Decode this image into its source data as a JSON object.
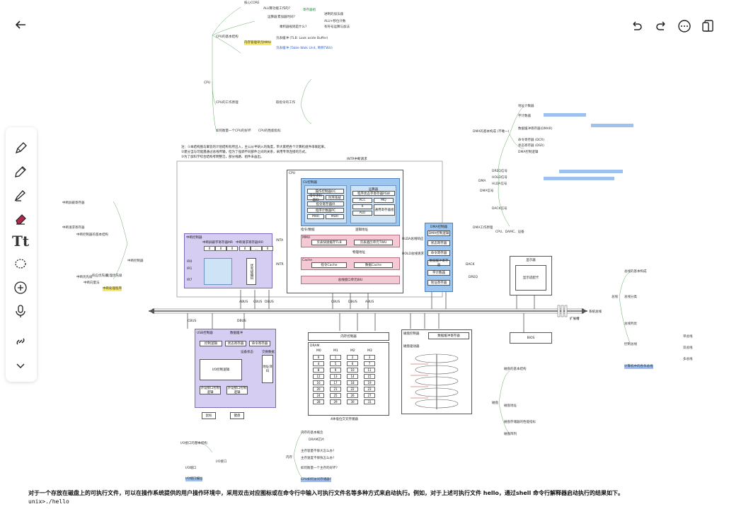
{
  "toolbar": {
    "back_icon": "arrow-left-icon",
    "undo_icon": "undo-icon",
    "redo_icon": "redo-icon",
    "more_icon": "more-icon",
    "page_icon": "page-view-icon"
  },
  "side_tools": [
    "pen-icon",
    "pencil-icon",
    "highlighter-icon",
    "eraser-icon",
    "text-tool-icon",
    "lasso-icon",
    "add-icon",
    "microphone-icon",
    "link-icon",
    "chevron-down-icon"
  ],
  "caption": {
    "line1": "对于一个存放在磁盘上的可执行文件，可以在操作系统提供的用户操作环境中，采用双击对应图标或在命令行中输入可执行文件名等多种方式来启动执行。例如，对于上述可执行文件 hello，通过shell 命令行解释器启动执行的结果如下。",
    "line2": "unix>./hello"
  },
  "notes": {
    "note1": "注：①本结构图与寓答的计划结构有所出入，主公从半研入的角度，带大家把各个计算机组件串联起来。",
    "note2": "②建分当与可能遇通过总线传输，但为了强调不同部件之间的关系，采用专项连接的方式。",
    "note3": "③为了加科学综合结构考明整洁，部分线路、组件未画出。"
  },
  "cpu": {
    "title": "CPU",
    "intr": "INTR中断请求",
    "control_unit": "CU控制器",
    "alu": "运算器",
    "ops": "操作控制器OC",
    "pc": "程序计数器PC",
    "ir": "指令寄存器IR",
    "psw": "程序状态字寄存器PSW",
    "mar": "MAR",
    "mdr": "MDR",
    "acc": "ACC",
    "mq": "MQ",
    "x": "X",
    "alu_core": "ALU",
    "gpr": "通用寄存器组",
    "decode": "指令译码器ID",
    "timing": "时序系统",
    "mmu": "MMU",
    "tlb": "页表快速缓存TLB",
    "mmu_tlb": "页表遍历单元TWU",
    "cache": "Cache",
    "icache": "指令Cache",
    "dcache": "数据Cache",
    "bus_if": "总线接口单元BIU",
    "ppu": "指令/数据",
    "addr": "逻辑地址",
    "paddr": "物理地址"
  },
  "interrupt": {
    "title": "中断控制器",
    "mask": "中断屏蔽字寄存器MR",
    "req": "中断请求寄存器IRR",
    "enc": "优先级编码",
    "intr_out": "INTA",
    "intr_in": "INTR",
    "bits": [
      "0",
      "0",
      "…",
      "0"
    ],
    "irq": [
      "IR0",
      "IR1",
      "IR7"
    ]
  },
  "dma": {
    "title": "DMA控制器",
    "ctrl": "DMA控制逻辑",
    "status": "状态寄存器",
    "cmd": "命令寄存器",
    "data": "数据缓冲寄存器",
    "count": "字计数器",
    "addr": "地址寄存器",
    "hlda": "HLDA总线响应",
    "hold": "HOLD总线请求",
    "dack": "DACK",
    "dreq": "DREQ"
  },
  "display": {
    "title": "显示器",
    "adapter": "显示适配卡"
  },
  "bios": "BIOS",
  "bus": {
    "system": "系统总线",
    "expand": "扩展槽",
    "abus": "ABUS",
    "cbus": "CBUS",
    "dbus": "DBUS"
  },
  "usb": {
    "title": "USB控制器",
    "data_reg": "数据缓冲",
    "ctrl_logic": "控制逻辑",
    "status_reg": "状态寄存器",
    "cmd": "命令寄存器",
    "io_logic": "I/O控制逻辑",
    "dev_status": "设备状态",
    "exchange": "交换数据",
    "addr_decode": "地址译码",
    "ext1": "外设接口控制逻辑",
    "ext2": "外设接口控制逻辑",
    "mouse": "鼠标",
    "keyboard": "键盘"
  },
  "memory": {
    "title": "内存控制器",
    "dram": "DRAM",
    "cols": [
      "M0",
      "M1",
      "M2",
      "M3"
    ],
    "rows": [
      [
        "0",
        "1",
        "2",
        "3"
      ],
      [
        "4",
        "5",
        "6",
        "7"
      ],
      [
        "8",
        "9",
        "10",
        "11"
      ],
      [
        "12",
        "13",
        "14",
        "15"
      ],
      [
        "16",
        "17",
        "18",
        "19"
      ],
      [
        "20",
        "21",
        "22",
        "23"
      ],
      [
        "24",
        "25",
        "26",
        "27"
      ],
      [
        "28",
        "29",
        "30",
        "31"
      ]
    ],
    "caption": "4体低位交叉存储器"
  },
  "disk": {
    "title": "磁盘控制器",
    "buffer": "数据缓冲寄存器",
    "drive": "磁盘驱动器"
  },
  "mindmap_top": [
    "核心CORE",
    "ALU算功能工作的?",
    "寄存器组",
    "运算器",
    "累加器时间?",
    "进制的加法器",
    "ALU+移位计数",
    "有符号运算与加法",
    "乘积器规则是什么?",
    "CPU的基本结构",
    "页表缓冲 (TLB: Look aside Buffer)",
    "页表缓冲 (Table Walk Unit, 简称TWU)",
    "内存管理单元MMU",
    "CPU",
    "CPU的工作原理",
    "取指令的工作",
    "如何衡量一个CPU的好坏",
    "CPU的性能指标"
  ],
  "mindmap_right": [
    "DMA的基本构成 (不唯一)",
    "地址计数器",
    "字计数器",
    "数据缓冲寄存器(DMAR)",
    "命令寄存器 (DCR)",
    "状态寄存器 (DSR)",
    "DMA控制逻辑",
    "DREQ信号",
    "HOLD信号",
    "HLDA信号",
    "DACK信号",
    "DMA",
    "DMA信号",
    "DMA工作原理",
    "CPU、DAMC、设备"
  ],
  "mindmap_bottom": [
    "I/O接口的基本结构",
    "I/O接口",
    "I/O端口",
    "I/O端口编址",
    "内存",
    "内存的基本概念",
    "DRAM芯片",
    "主存容量不够大怎么办?",
    "主存速度不够快怎么办?",
    "如何衡量一个主存的好坏?",
    "CPU如何访问存储器?",
    "磁盘",
    "磁盘的基本结构",
    "磁盘地址",
    "磁盘存储器的性能指标",
    "磁盘阵列"
  ],
  "mindmap_left": [
    "中断控制器的基本结构",
    "中断控制器",
    "中断屏蔽寄存器",
    "中断请求寄存器",
    "中断优先级",
    "响应优先级",
    "处理优先级",
    "中断向量法",
    "中断处理程序"
  ],
  "mindmap_right2": [
    "总线",
    "总线的基本构成",
    "总线分类",
    "总线判优",
    "控制总线",
    "计算机中的各条总线",
    "单总线",
    "双总线",
    "多总线"
  ]
}
